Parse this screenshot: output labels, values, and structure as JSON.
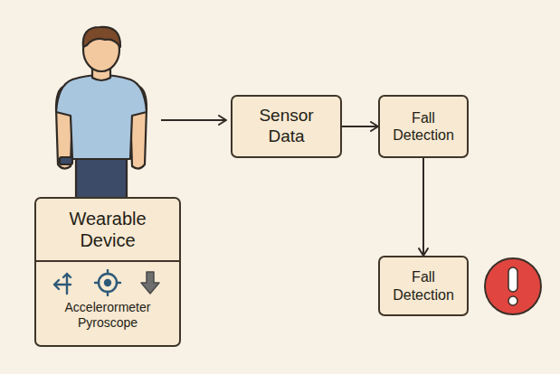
{
  "diagram": {
    "nodes": [
      {
        "text": [
          "Wearable Device",
          "Accelerormeter Pyroscope"
        ]
      },
      {
        "text": [
          "Sensor Data"
        ]
      },
      {
        "text": [
          "Fall Detection"
        ]
      },
      {
        "text": [
          "Fall Detection"
        ]
      }
    ],
    "edges": [
      {
        "from": 1,
        "to": 2,
        "arrow": "to"
      },
      {
        "from": 2,
        "to": 3,
        "arrow": "to"
      }
    ]
  }
}
